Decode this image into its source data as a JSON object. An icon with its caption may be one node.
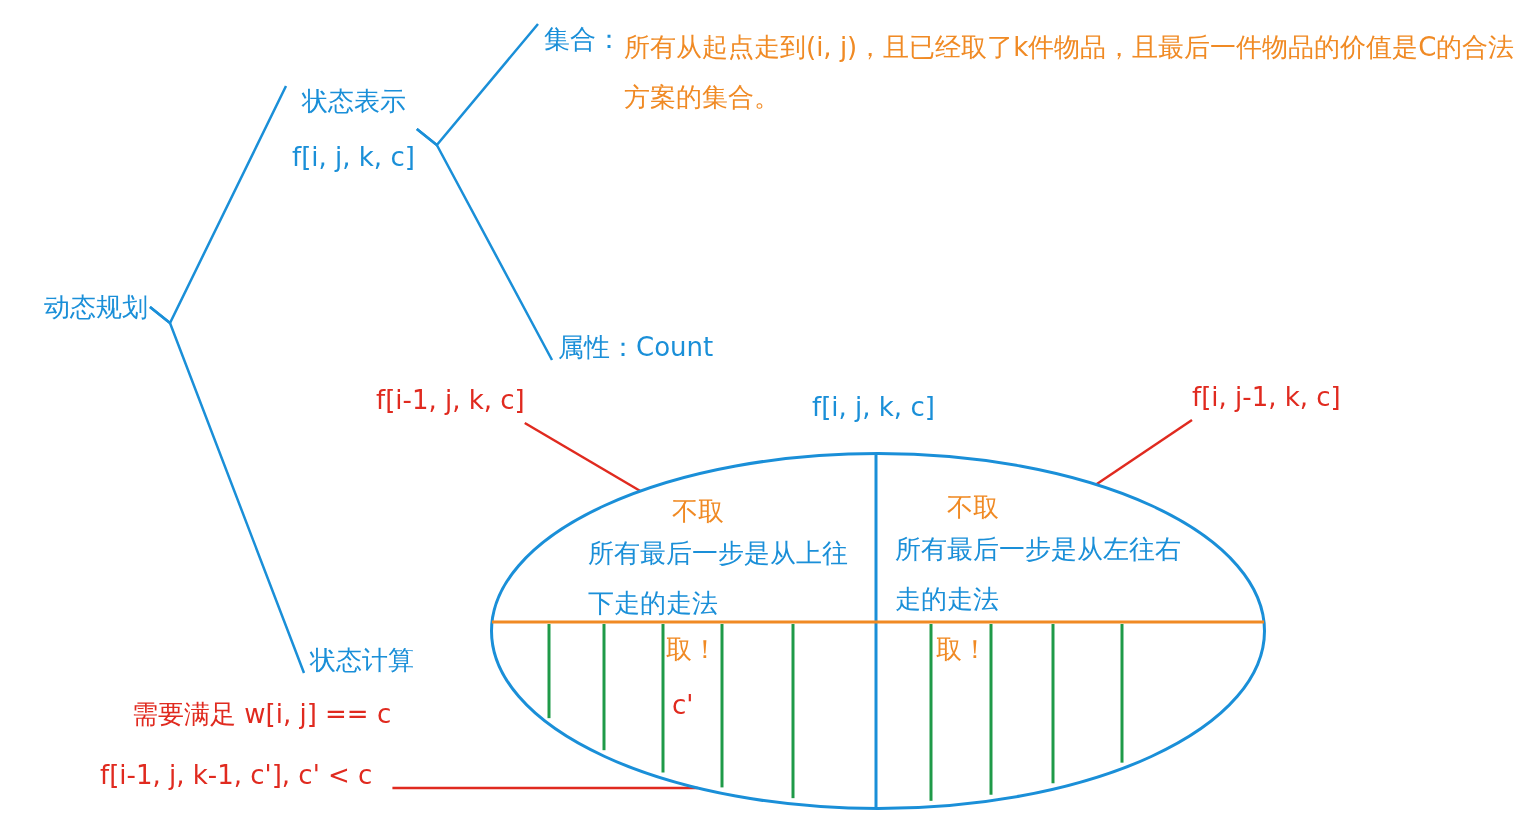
{
  "diagram": {
    "nodes": [
      {
        "text": [
          "动态规划"
        ]
      },
      {
        "text": [
          "状态表示",
          "f[i, j, k, c]"
        ]
      },
      {
        "text": [
          "集合：",
          "所有从起点走到(i, j)，且已经取了k件物品，且最后一件物品的价值是C的合法方案的集合。"
        ]
      },
      {
        "text": [
          "属性：Count"
        ]
      },
      {
        "text": [
          "状态计算"
        ]
      },
      {
        "text": [],
        "shape": "ellipse",
        "beside": [
          "f[i, j, k, c]"
        ]
      },
      {
        "text": [
          "不取",
          "所有最后一步是从上往下走的走法"
        ],
        "in": 5
      },
      {
        "text": [
          "不取",
          "所有最后一步是从左往右走的走法"
        ],
        "in": 5
      },
      {
        "text": [
          "取！",
          "c'"
        ],
        "in": 5
      },
      {
        "text": [
          "取！"
        ],
        "in": 5
      },
      {
        "text": [
          "f[i-1, j, k, c]"
        ]
      },
      {
        "text": [
          "f[i, j-1, k, c]"
        ]
      },
      {
        "text": [
          "f[i-1, j, k-1, c'], c' < c"
        ]
      }
    ],
    "edges": [
      {
        "from": 0,
        "to": 1,
        "arrow": "none"
      },
      {
        "from": 0,
        "to": 4,
        "arrow": "none"
      },
      {
        "from": 1,
        "to": 2,
        "arrow": "none"
      },
      {
        "from": 1,
        "to": 3,
        "arrow": "none"
      },
      {
        "from": 10,
        "to": 5,
        "arrow": "none",
        "color": "#e02a1f"
      },
      {
        "from": 11,
        "to": 5,
        "arrow": "none",
        "color": "#e02a1f"
      },
      {
        "from": 12,
        "to": 5,
        "arrow": "none",
        "color": "#e02a1f"
      }
    ],
    "labels": [
      "需要满足 w[i, j] == c"
    ]
  }
}
